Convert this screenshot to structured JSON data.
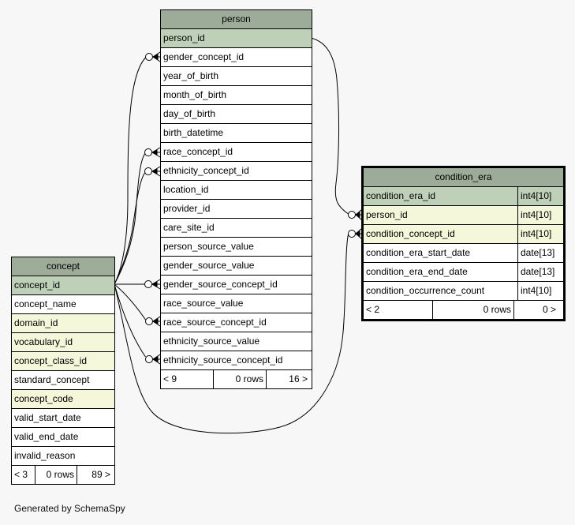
{
  "page": {
    "caption": "Generated by SchemaSpy",
    "background": "#f7f7f7"
  },
  "colors": {
    "table_header_bg": "#9cac98",
    "primary_key_bg": "#bed1b8",
    "indexed_column_bg": "#f4f7da",
    "row_bg": "#ffffff",
    "line": "#000000"
  },
  "tables": {
    "person": {
      "title": "person",
      "columns": [
        {
          "name": "person_id"
        },
        {
          "name": "gender_concept_id"
        },
        {
          "name": "year_of_birth"
        },
        {
          "name": "month_of_birth"
        },
        {
          "name": "day_of_birth"
        },
        {
          "name": "birth_datetime"
        },
        {
          "name": "race_concept_id"
        },
        {
          "name": "ethnicity_concept_id"
        },
        {
          "name": "location_id"
        },
        {
          "name": "provider_id"
        },
        {
          "name": "care_site_id"
        },
        {
          "name": "person_source_value"
        },
        {
          "name": "gender_source_value"
        },
        {
          "name": "gender_source_concept_id"
        },
        {
          "name": "race_source_value"
        },
        {
          "name": "race_source_concept_id"
        },
        {
          "name": "ethnicity_source_value"
        },
        {
          "name": "ethnicity_source_concept_id"
        }
      ],
      "footer": {
        "prev": "< 9",
        "rows": "0 rows",
        "next": "16 >"
      }
    },
    "concept": {
      "title": "concept",
      "columns": [
        {
          "name": "concept_id"
        },
        {
          "name": "concept_name"
        },
        {
          "name": "domain_id"
        },
        {
          "name": "vocabulary_id"
        },
        {
          "name": "concept_class_id"
        },
        {
          "name": "standard_concept"
        },
        {
          "name": "concept_code"
        },
        {
          "name": "valid_start_date"
        },
        {
          "name": "valid_end_date"
        },
        {
          "name": "invalid_reason"
        }
      ],
      "footer": {
        "prev": "< 3",
        "rows": "0 rows",
        "next": "89 >"
      }
    },
    "condition_era": {
      "title": "condition_era",
      "columns": [
        {
          "name": "condition_era_id",
          "type": "int4[10]"
        },
        {
          "name": "person_id",
          "type": "int4[10]"
        },
        {
          "name": "condition_concept_id",
          "type": "int4[10]"
        },
        {
          "name": "condition_era_start_date",
          "type": "date[13]"
        },
        {
          "name": "condition_era_end_date",
          "type": "date[13]"
        },
        {
          "name": "condition_occurrence_count",
          "type": "int4[10]"
        }
      ],
      "footer": {
        "prev": "< 2",
        "rows": "0 rows",
        "next": "0 >"
      }
    }
  }
}
